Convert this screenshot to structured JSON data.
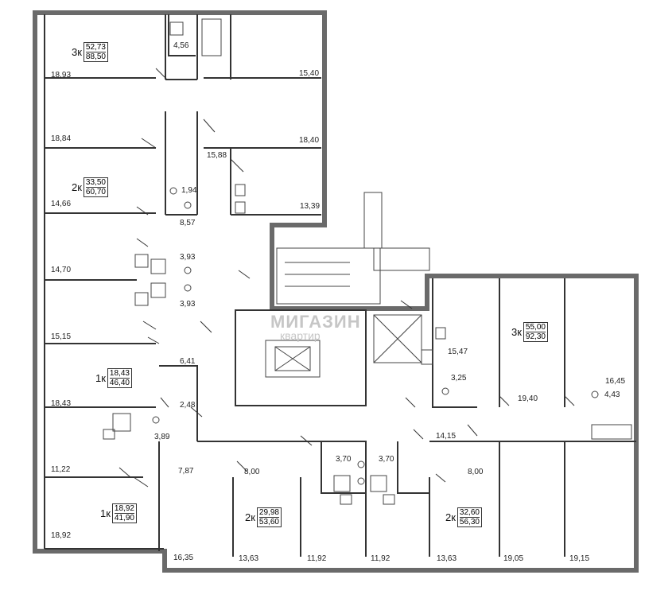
{
  "plan": {
    "apartments": [
      {
        "type": "3к",
        "living": "52,73",
        "total": "88,50"
      },
      {
        "type": "2к",
        "living": "33,50",
        "total": "60,70"
      },
      {
        "type": "1к",
        "living": "18,43",
        "total": "46,40"
      },
      {
        "type": "1к",
        "living": "18,92",
        "total": "41,90"
      },
      {
        "type": "2к",
        "living": "29,98",
        "total": "53,60"
      },
      {
        "type": "2к",
        "living": "32,60",
        "total": "56,30"
      },
      {
        "type": "3к",
        "living": "55,00",
        "total": "92,30"
      }
    ],
    "room_areas": [
      "18,93",
      "4,56",
      "15,40",
      "18,84",
      "18,40",
      "15,88",
      "14,66",
      "1,94",
      "13,39",
      "8,57",
      "3,93",
      "14,70",
      "3,93",
      "15,15",
      "6,41",
      "18,43",
      "2,48",
      "3,89",
      "11,22",
      "7,87",
      "8,00",
      "3,70",
      "3,70",
      "8,00",
      "18,92",
      "16,35",
      "13,63",
      "11,92",
      "11,92",
      "13,63",
      "19,05",
      "19,15",
      "15,47",
      "3,25",
      "19,40",
      "16,45",
      "4,43",
      "14,15"
    ],
    "watermark": {
      "title": "МИГАЗИН",
      "subtitle": "квартир"
    }
  },
  "colors": {
    "wall": "#6a6a6a",
    "line": "#333333",
    "watermark": "#c6c6c6"
  }
}
